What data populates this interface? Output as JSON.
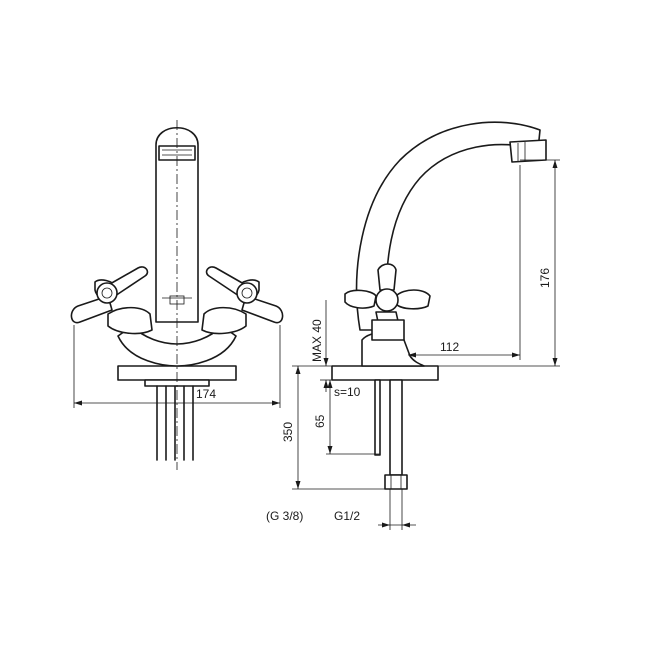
{
  "dimensions": {
    "front_width": "174",
    "spout_height": "176",
    "spout_reach": "112",
    "max_thickness": "MAX 40",
    "hose_length": "350",
    "shank_length": "65",
    "wall_thickness": "s=10",
    "thread_hose": "(G 3/8)",
    "thread_shank": "G1/2"
  },
  "colors": {
    "line": "#1a1a1a",
    "background": "#ffffff"
  }
}
